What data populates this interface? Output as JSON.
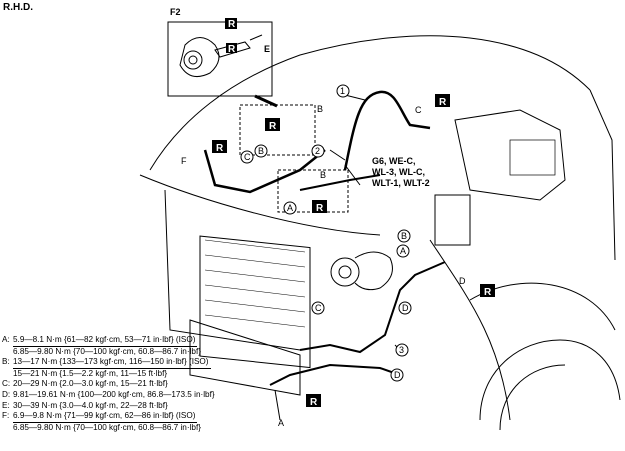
{
  "header": {
    "title": "R.H.D."
  },
  "inset": {
    "label": "F2",
    "callout_r": "R",
    "callout_e": "E"
  },
  "callouts": {
    "r_badge": "R",
    "num1": "1",
    "num2": "2",
    "num3": "3",
    "A": "A",
    "B": "B",
    "C": "C",
    "D": "D",
    "E": "E",
    "F": "F"
  },
  "models_note": {
    "line1": "G6, WE-C,",
    "line2": "WL-3, WL-C,",
    "line3": "WLT-1, WLT-2"
  },
  "torque_legend": [
    {
      "key": "A:",
      "lines": [
        "5.9—8.1 N·m {61—82 kgf·cm, 53—71 in·lbf} (ISO)",
        "6.85—9.80 N·m {70—100 kgf·cm, 60.8—86.7 in·lbf}"
      ]
    },
    {
      "key": "B:",
      "lines": [
        "13—17 N·m {133—173 kgf·cm, 116—150 in·lbf} (ISO)",
        "15—21 N·m {1.5—2.2 kgf·m, 11—15 ft·lbf}"
      ]
    },
    {
      "key": "C:",
      "lines": [
        "20—29 N·m {2.0—3.0 kgf·m, 15—21 ft·lbf}"
      ]
    },
    {
      "key": "D:",
      "lines": [
        "9.81—19.61 N·m {100—200 kgf·cm, 86.8—173.5 in·lbf}"
      ]
    },
    {
      "key": "E:",
      "lines": [
        "30—39 N·m {3.0—4.0 kgf·m, 22—28 ft·lbf}"
      ]
    },
    {
      "key": "F:",
      "lines": [
        "6.9—9.8 N·m {71—99 kgf·cm, 62—86 in·lbf} (ISO)",
        "6.85—9.80 N·m {70—100 kgf·cm, 60.8—86.7 in·lbf}"
      ]
    }
  ]
}
